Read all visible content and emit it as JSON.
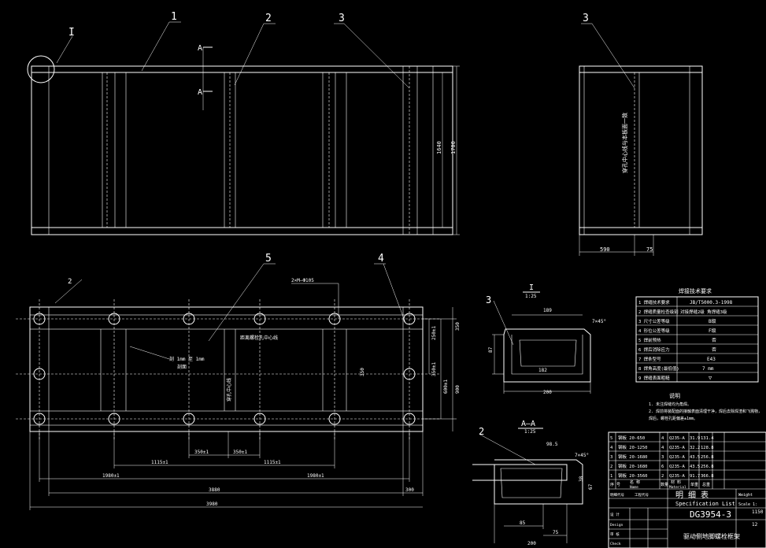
{
  "callouts": [
    "I",
    "1",
    "2",
    "3",
    "3",
    "4",
    "5",
    "2",
    "3",
    "I",
    "A–A"
  ],
  "section_marks": [
    "A",
    "A"
  ],
  "section_titles": {
    "detail_i": "I",
    "detail_i_scale": "1:25",
    "section_aa": "A–A",
    "section_aa_scale": "1:25"
  },
  "top_view_dims": [
    "1640",
    "1700"
  ],
  "side_view_dims": [
    "590",
    "75"
  ],
  "side_view_note": "穿孔中心线与本板面一致",
  "bottom_view": {
    "leader_top": "2×M–Ф105",
    "note_a": "距离螺栓孔中心线",
    "note_b": "剖 1mm 至 1mm",
    "note_b2": "剖面",
    "note_c": "穿孔中心线",
    "dims_right": [
      "250±1",
      "350±1",
      "600±1",
      "900",
      "350",
      "350"
    ],
    "dims_horizontal": [
      "350±1",
      "350±1",
      "1115±1",
      "1115±1",
      "1980±1",
      "1980±1",
      "3880",
      "300",
      "3980"
    ]
  },
  "detail_i_dims": [
    "189",
    "7×45°",
    "87",
    "182",
    "200"
  ],
  "section_aa_dims": [
    "98.5",
    "7×45°",
    "67",
    "38",
    "85",
    "75",
    "200"
  ],
  "tech_req": {
    "title": "焊接技术要求",
    "rows": [
      [
        "1 焊缝技术要求",
        "JB/T5000.3-1998"
      ],
      [
        "2 焊缝质量检查级别",
        "对接焊缝2级  角焊缝3级"
      ],
      [
        "3 尺寸公差等级",
        "B级"
      ],
      [
        "4 形位公差等级",
        "F级"
      ],
      [
        "5 焊前预热",
        "否"
      ],
      [
        "6 焊后消除应力",
        "否"
      ],
      [
        "7 焊条型号",
        "E43"
      ],
      [
        "8 焊角高度(最低值)",
        "7 mm"
      ],
      [
        "9 焊缝表面粗糙",
        "▽"
      ]
    ]
  },
  "notes": {
    "heading": "说明",
    "lines": [
      "1. 未注焊缝均为角焊。",
      "2. 焊前将装配面的接触表面清理干净，焊后去除焊渣和飞溅物，",
      "   焊后，螺栓孔距偏差±1mm。"
    ]
  },
  "bom": {
    "rows": [
      [
        "5",
        "钢板 20-650",
        "4",
        "Q235-A",
        "31.9",
        "131.4"
      ],
      [
        "4",
        "钢板 20-1250",
        "4",
        "Q235-A",
        "32.2",
        "128.8"
      ],
      [
        "3",
        "钢板 20-1680",
        "3",
        "Q235-A",
        "43.5",
        "256.8"
      ],
      [
        "2",
        "钢板 20-1680",
        "6",
        "Q235-A",
        "43.5",
        "256.8"
      ],
      [
        "1",
        "钢板 20-3560",
        "2",
        "Q235-A",
        "91.7",
        "366.8"
      ]
    ],
    "header_a": "序 号",
    "header_b": "名 称",
    "header_b_en": "Name",
    "header_c": "数量",
    "header_d": "材 料",
    "header_d_en": "Material",
    "header_e": "单重",
    "header_f": "总重",
    "footer_small": [
      "明细代号",
      "工程代号",
      "设 计",
      "Design",
      "审 核",
      "Check"
    ],
    "list_title": "明 细 表",
    "list_title_en": "Specification List",
    "code": "DG3954-3",
    "part_name": "驱动侧地脚螺栓框架",
    "weight_label": "Weight",
    "scale_label": "Scale 1:",
    "edge": [
      "1150",
      "12"
    ]
  }
}
